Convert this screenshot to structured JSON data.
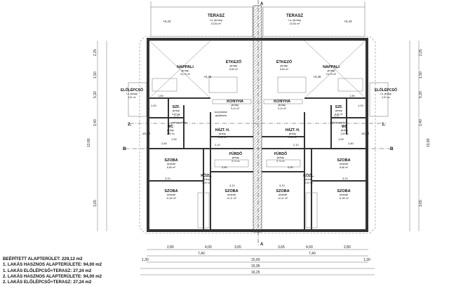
{
  "rooms": {
    "terasz_l": {
      "name": "TERASZ",
      "sub": "f.a. járólap",
      "area": "23,54 m²"
    },
    "terasz_r": {
      "name": "TERASZ",
      "sub": "f.a. járólap",
      "area": "23,54 m²"
    },
    "nappali_l": {
      "name": "NAPPALI",
      "sub": "járólap",
      "area": "19,70 m²"
    },
    "nappali_r": {
      "name": "NAPPALI",
      "sub": "járólap",
      "area": "19,70 m²"
    },
    "etkezo_l": {
      "name": "ÉTKEZŐ",
      "sub": "járólap",
      "area": "8,83 m²"
    },
    "etkezo_r": {
      "name": "ÉTKEZŐ",
      "sub": "járólap",
      "area": "8,83 m²"
    },
    "konyha_l": {
      "name": "KONYHA",
      "sub": "járólap",
      "area": "9,10 m²"
    },
    "konyha_r": {
      "name": "KONYHA",
      "sub": "járólap",
      "area": "9,10 m²"
    },
    "eloleps_l": {
      "name": "ELŐLÉPCSŐ",
      "sub": "f.a. járólap",
      "area": "4,51 m²"
    },
    "eloleps_r": {
      "name": "ELŐLÉPCSŐ",
      "sub": "f.a. járólap",
      "area": "4,51 m²"
    },
    "szf_l": {
      "name": "SZF.",
      "sub": "járólap",
      "area": "4,37 m²"
    },
    "szf_r": {
      "name": "SZF.",
      "sub": "járólap",
      "area": "4,37 m²"
    },
    "wc_l": {
      "name": "WC",
      "sub": "járólap",
      "area": "1,50 m²"
    },
    "wc_r": {
      "name": "WC",
      "sub": "járólap",
      "area": "1,50 m²"
    },
    "hazt_l": {
      "name": "HÁZT. H.",
      "sub": "járólap",
      "area": "5,12 m²"
    },
    "hazt_r": {
      "name": "HÁZT. H.",
      "sub": "járólap",
      "area": "5,12 m²"
    },
    "furdo_l": {
      "name": "FÜRDŐ",
      "sub": "járólap",
      "area": "5,74 m²"
    },
    "furdo_r": {
      "name": "FÜRDŐ",
      "sub": "járólap",
      "area": "5,74 m²"
    },
    "szoba1_l": {
      "name": "SZOBA",
      "sub": "laminált",
      "area": "8,66 m²"
    },
    "szoba1_r": {
      "name": "SZOBA",
      "sub": "laminált",
      "area": "8,66 m²"
    },
    "kozl_l": {
      "name": "KÖZL.",
      "sub": "járólap",
      "area": "4,09 m²"
    },
    "kozl_r": {
      "name": "KÖZL.",
      "sub": "járólap",
      "area": "4,09 m²"
    },
    "szoba2_l": {
      "name": "SZOBA",
      "sub": "laminált",
      "area": "11,60 m²"
    },
    "szoba2_r": {
      "name": "SZOBA",
      "sub": "laminált",
      "area": "11,60 m²"
    },
    "szoba3_l": {
      "name": "SZOBA",
      "sub": "laminált",
      "area": "12,11 m²"
    },
    "szoba3_r": {
      "name": "SZOBA",
      "sub": "laminált",
      "area": "12,11 m²"
    }
  },
  "labels": {
    "konyha_note": "konyhabútor",
    "konyha_note2": "gépfalazás",
    "h1": "+0,43",
    "h2": "+0,43",
    "h3": "+0,45",
    "h4": "+0,45",
    "h5": "±0,00",
    "h6": "±0,00",
    "padlo1": "padlóösszefolyó",
    "padlo2": "padlóösszefolyó"
  },
  "sections": {
    "a_top": "A",
    "a_bottom": "A",
    "b_left": "B",
    "b_right": "B",
    "c_left": "2.",
    "c_right": "1."
  },
  "dims": {
    "bottom1": [
      "2,80",
      "4,00",
      "3,65",
      "3,65",
      "4,00",
      "2,80"
    ],
    "bottom2": [
      "7,40",
      "7,40"
    ],
    "bottom3": [
      "15,60",
      "15,95"
    ],
    "bottom4": "16,25",
    "bottom_extra": [
      "1,30",
      "1,30"
    ],
    "left_ext": [
      "2,25",
      "1,50",
      "5,30",
      "3,40",
      "13,80",
      "3,65"
    ],
    "right_ext": [
      "2,25",
      "1,50",
      "5,30",
      "3,40",
      "13,80",
      "3,65"
    ],
    "inner": [
      "1,80",
      "1,80",
      "2,10",
      "2,10",
      "1,50",
      "1,50",
      "2,80",
      "2,80",
      "3,10",
      "3,10",
      "3,10",
      "3,10",
      "2,10",
      "2,10",
      "1,00",
      "1,00",
      "0,80",
      "0,80"
    ]
  },
  "summary": [
    "BEÉPÍTETT ALAPTERÜLET: 229,12 m2",
    "1. LAKÁS HASZNOS ALAPTERÜLETE: 94,00 m2",
    "1. LAKÁS ELŐLÉPCSŐ+TERASZ: 27,24 m2",
    "2. LAKÁS HASZNOS ALAPTERÜLETE: 94,00 m2",
    "2. LAKÁS ELŐLÉPCSŐ+TERASZ: 27,24 m2"
  ]
}
